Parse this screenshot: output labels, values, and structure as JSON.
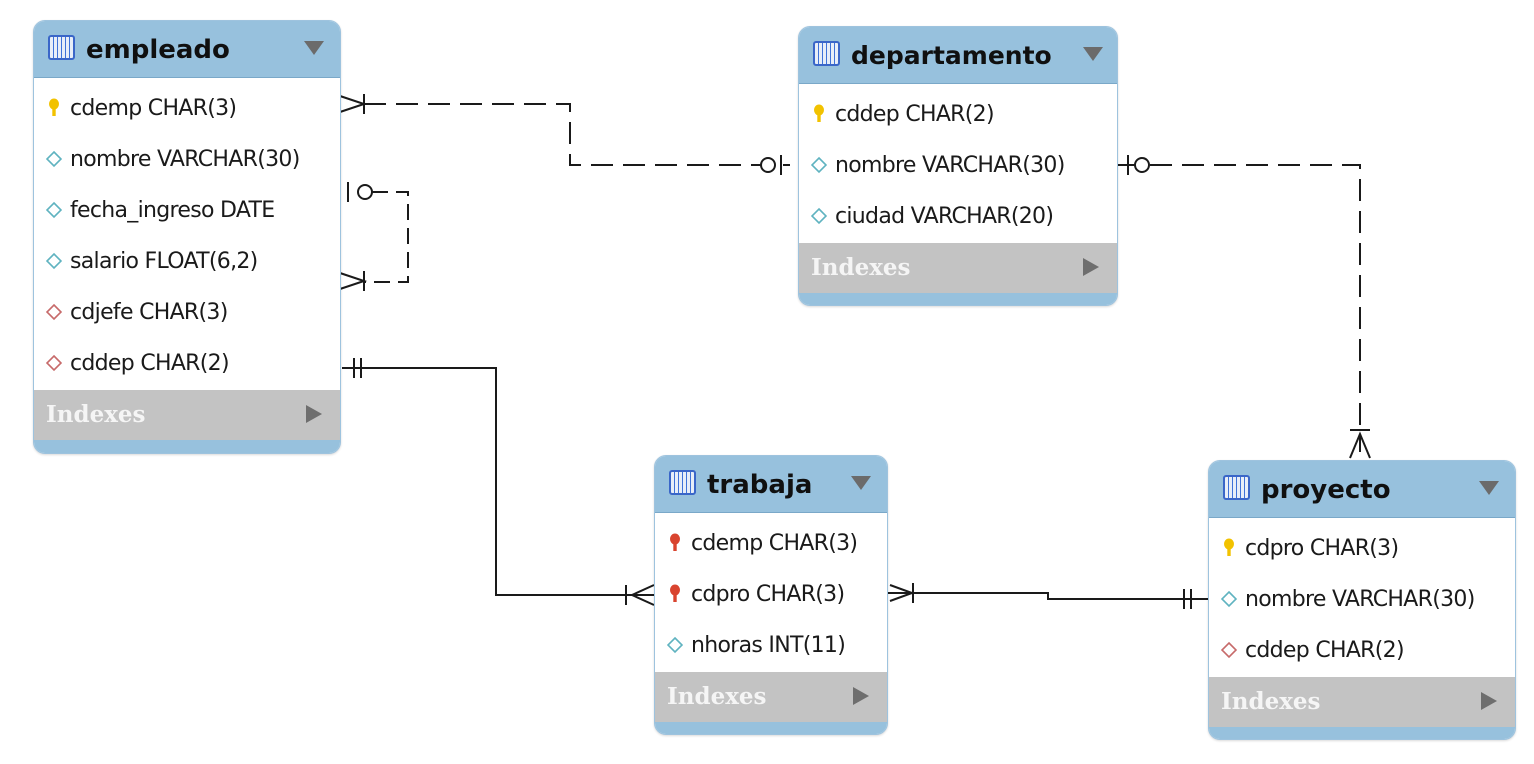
{
  "entities": {
    "empleado": {
      "title": "empleado",
      "columns": [
        {
          "text": "cdemp CHAR(3)",
          "icon": "primary-key-icon"
        },
        {
          "text": "nombre VARCHAR(30)",
          "icon": "column-diamond-icon"
        },
        {
          "text": "fecha_ingreso DATE",
          "icon": "column-diamond-icon"
        },
        {
          "text": "salario FLOAT(6,2)",
          "icon": "column-diamond-icon"
        },
        {
          "text": "cdjefe CHAR(3)",
          "icon": "foreign-key-diamond-icon"
        },
        {
          "text": "cddep CHAR(2)",
          "icon": "foreign-key-diamond-icon"
        }
      ],
      "indexes_label": "Indexes"
    },
    "departamento": {
      "title": "departamento",
      "columns": [
        {
          "text": "cddep CHAR(2)",
          "icon": "primary-key-icon"
        },
        {
          "text": "nombre VARCHAR(30)",
          "icon": "column-diamond-icon"
        },
        {
          "text": "ciudad VARCHAR(20)",
          "icon": "column-diamond-icon"
        }
      ],
      "indexes_label": "Indexes"
    },
    "trabaja": {
      "title": "trabaja",
      "columns": [
        {
          "text": "cdemp CHAR(3)",
          "icon": "primary-foreign-key-icon"
        },
        {
          "text": "cdpro CHAR(3)",
          "icon": "primary-foreign-key-icon"
        },
        {
          "text": "nhoras INT(11)",
          "icon": "column-diamond-icon"
        }
      ],
      "indexes_label": "Indexes"
    },
    "proyecto": {
      "title": "proyecto",
      "columns": [
        {
          "text": "cdpro CHAR(3)",
          "icon": "primary-key-icon"
        },
        {
          "text": "nombre VARCHAR(30)",
          "icon": "column-diamond-icon"
        },
        {
          "text": "cddep CHAR(2)",
          "icon": "foreign-key-diamond-icon"
        }
      ],
      "indexes_label": "Indexes"
    }
  },
  "colors": {
    "header": "#97c1dd",
    "indexes_bar": "#c3c3c3",
    "primary_key": "#f2c200",
    "primary_foreign_key": "#d9442f",
    "column_diamond": "#5fb3c0",
    "foreign_key_diamond": "#c76a6a",
    "relationship_line": "#1a1a1a"
  },
  "relationships": [
    {
      "from": "empleado.cdemp",
      "to": "departamento",
      "style": "dashed",
      "ends": [
        "many-mandatory",
        "one-optional"
      ]
    },
    {
      "from": "departamento",
      "to": "proyecto",
      "style": "dashed",
      "ends": [
        "one-optional",
        "many-mandatory"
      ]
    },
    {
      "from": "empleado.cdjefe",
      "to": "empleado",
      "style": "dashed",
      "ends": [
        "one-optional",
        "many-mandatory"
      ]
    },
    {
      "from": "empleado.cddep",
      "to": "trabaja",
      "style": "solid",
      "ends": [
        "one-mandatory",
        "many-mandatory"
      ]
    },
    {
      "from": "trabaja.cdpro",
      "to": "proyecto",
      "style": "solid",
      "ends": [
        "many-mandatory",
        "one-mandatory"
      ]
    }
  ]
}
